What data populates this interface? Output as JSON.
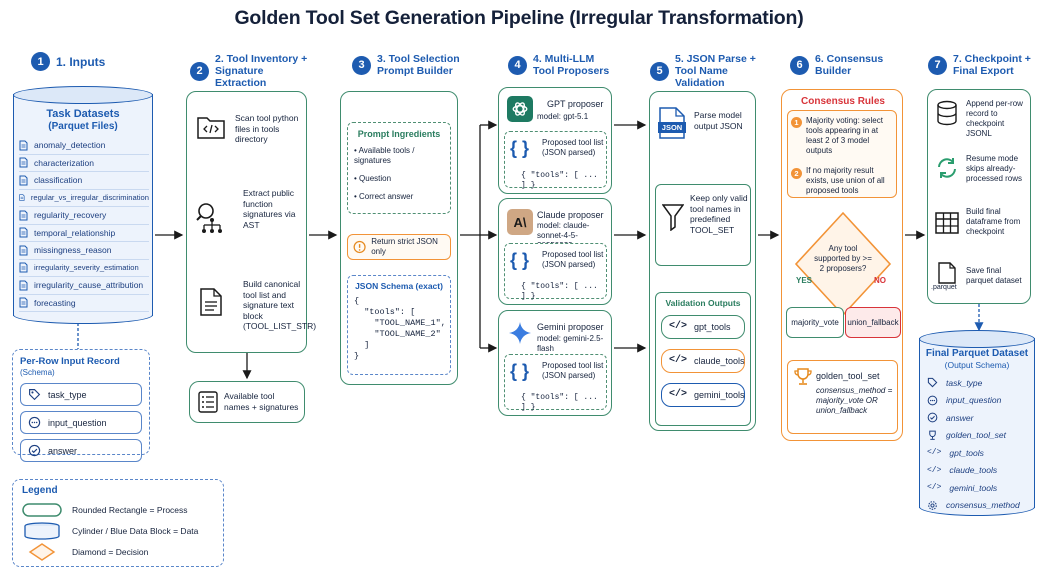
{
  "title": "Golden Tool Set Generation Pipeline (Irregular Transformation)",
  "steps": [
    {
      "num": "1",
      "label": "1. Inputs"
    },
    {
      "num": "2",
      "label": "2. Tool Inventory + Signature Extraction"
    },
    {
      "num": "3",
      "label": "3. Tool Selection Prompt Builder"
    },
    {
      "num": "4",
      "label": "4. Multi-LLM Tool Proposers"
    },
    {
      "num": "5",
      "label": "5. JSON Parse + Tool Name Validation"
    },
    {
      "num": "6",
      "label": "6. Consensus Builder"
    },
    {
      "num": "7",
      "label": "7. Checkpoint + Final Export"
    }
  ],
  "inputs": {
    "title": "Task Datasets",
    "subtitle": "(Parquet Files)",
    "datasets": [
      "anomaly_detection",
      "characterization",
      "classification",
      "regular_vs_irregular_discrimination",
      "regularity_recovery",
      "temporal_relationship",
      "missingness_reason",
      "irregularity_severity_estimation",
      "irregularity_cause_attribution",
      "forecasting"
    ],
    "record_title": "Per-Row Input Record",
    "record_schema": "(Schema)",
    "fields": [
      "task_type",
      "input_question",
      "answer"
    ]
  },
  "inventory": {
    "scan": "Scan tool python files in tools directory",
    "extract": "Extract public function signatures via AST",
    "build": "Build canonical tool list and signature text block (TOOL_LIST_STR)",
    "output": "Available tool names + signatures"
  },
  "prompt": {
    "ingredients_title": "Prompt Ingredients",
    "ingredients": [
      "Available tools / signatures",
      "Question",
      "Correct answer"
    ],
    "strict": "Return strict JSON only",
    "schema_title": "JSON Schema (exact)",
    "schema_lines": [
      "{",
      "  \"tools\": [",
      "    \"TOOL_NAME_1\",",
      "    \"TOOL_NAME_2\"",
      "  ]",
      "}"
    ]
  },
  "proposers": [
    {
      "name": "GPT proposer",
      "model": "model: gpt-5.1",
      "proposed": "Proposed tool list (JSON parsed)",
      "json": "{ \"tools\": [ ... ] }"
    },
    {
      "name": "Claude proposer",
      "model": "model: claude-sonnet-4-5-20250929",
      "proposed": "Proposed tool list (JSON parsed)",
      "json": "{ \"tools\": [ ... ] }"
    },
    {
      "name": "Gemini proposer",
      "model": "model: gemini-2.5-flash",
      "proposed": "Proposed tool list (JSON parsed)",
      "json": "{ \"tools\": [ ... ] }"
    }
  ],
  "validation": {
    "json_badge": "JSON",
    "parse": "Parse model output JSON",
    "keep": "Keep only valid tool names in predefined TOOL_SET",
    "outputs_title": "Validation Outputs",
    "outputs": [
      "gpt_tools",
      "claude_tools",
      "gemini_tools"
    ]
  },
  "consensus": {
    "rules_title": "Consensus Rules",
    "rule1": "Majority voting: select tools appearing in at least 2 of 3 model outputs",
    "rule2": "If no majority result exists, use union of all proposed tools",
    "decision": "Any tool supported by >= 2 proposers?",
    "yes": "YES",
    "no": "NO",
    "majority": "majority_vote",
    "union": "union_fallback",
    "golden": "golden_tool_set",
    "method": "consensus_method = majority_vote OR union_fallback"
  },
  "export": {
    "append": "Append per-row record to checkpoint JSONL",
    "resume": "Resume mode skips already-processed rows",
    "build": "Build final dataframe from checkpoint",
    "save": "Save final parquet dataset",
    "parquet_label": ".parquet",
    "final_title": "Final Parquet Dataset",
    "final_sub": "(Output Schema)",
    "final_fields": [
      "task_type",
      "input_question",
      "answer",
      "golden_tool_set",
      "gpt_tools",
      "claude_tools",
      "gemini_tools",
      "consensus_method"
    ]
  },
  "legend": {
    "title": "Legend",
    "items": [
      "Rounded Rectangle = Process",
      "Cylinder / Blue Data Block = Data",
      "Diamond = Decision"
    ]
  },
  "colors": {
    "blue": "#1d5bb0",
    "green": "#3f8c6e",
    "orange": "#f29337",
    "red": "#d8343a"
  }
}
